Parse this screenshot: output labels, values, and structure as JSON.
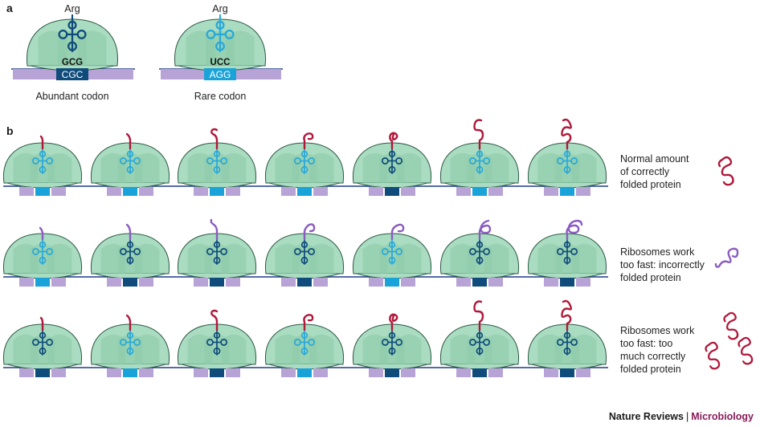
{
  "panels": {
    "a": {
      "letter": "a",
      "left": {
        "amino_acid": "Arg",
        "anticodon": "GCG",
        "codon": "CGC",
        "caption": "Abundant codon"
      },
      "right": {
        "amino_acid": "Arg",
        "anticodon": "UCC",
        "codon": "AGG",
        "caption": "Rare codon"
      }
    },
    "b": {
      "letter": "b",
      "rows": [
        {
          "label": [
            "Normal amount",
            "of correctly",
            "folded protein"
          ],
          "protein": "correct",
          "trna": [
            "light",
            "light",
            "light",
            "light",
            "dark",
            "light",
            "light"
          ]
        },
        {
          "label": [
            "Ribosomes work",
            "too fast: incorrectly",
            "folded protein"
          ],
          "protein": "incorrect",
          "trna": [
            "light",
            "dark",
            "dark",
            "dark",
            "light",
            "dark",
            "dark"
          ]
        },
        {
          "label": [
            "Ribosomes work",
            "too fast: too",
            "much correctly",
            "folded protein"
          ],
          "protein": "correct",
          "trna": [
            "dark",
            "light",
            "dark",
            "light",
            "dark",
            "dark",
            "dark"
          ]
        }
      ]
    }
  },
  "credit": {
    "journal": "Nature Reviews",
    "separator": "|",
    "section": "Microbiology"
  },
  "colors": {
    "ribosome": "#a9dcc0",
    "ribosome_inner": "#8ccaa8",
    "outline": "#2d5a45",
    "mrna": "#1e3a8a",
    "mrna_block": "#b7a3d6",
    "codon_dark": "#0f4c7c",
    "codon_light": "#1aa3d9",
    "trna_dark": "#0f4c7c",
    "trna_light": "#29a9da",
    "protein_correct": "#b0183a",
    "protein_incorrect": "#8a5cc0"
  }
}
